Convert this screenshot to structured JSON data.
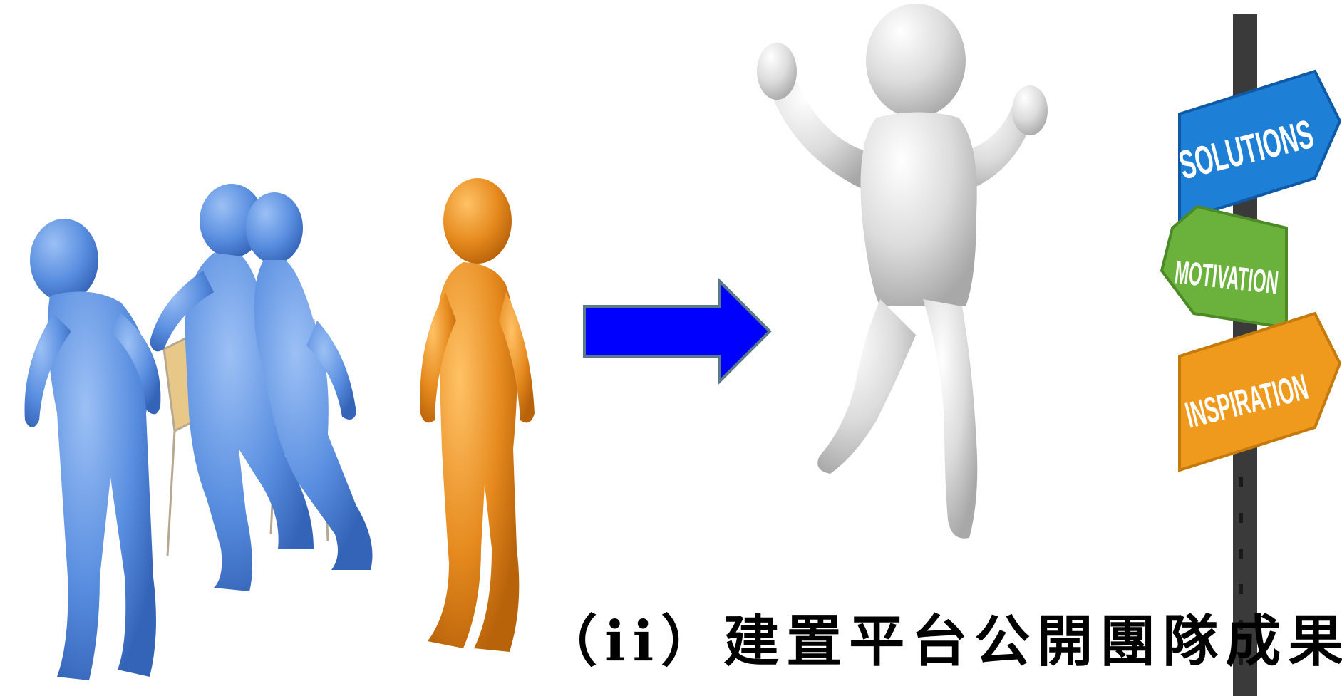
{
  "caption": {
    "text": "（ii）建置平台公開團隊成果"
  },
  "signs": [
    {
      "label": "SOLUTIONS",
      "color": "#1e7fd6"
    },
    {
      "label": "MOTIVATION",
      "color": "#6ab23c"
    },
    {
      "label": "INSPIRATION",
      "color": "#ef9a1c"
    }
  ],
  "colors": {
    "blue_figures": "#5a8fe0",
    "orange_figure": "#e68a1e",
    "arrow_fill": "#0000ff",
    "arrow_stroke": "#5a7a8a",
    "jumper": "#d9d9d9",
    "pole": "#3a3a3a",
    "chair": "#e8c888"
  },
  "icons": {
    "group": "seated-people-icon",
    "arrow": "right-arrow-icon",
    "jumper": "jumping-person-icon",
    "signpost": "direction-signpost-icon"
  }
}
